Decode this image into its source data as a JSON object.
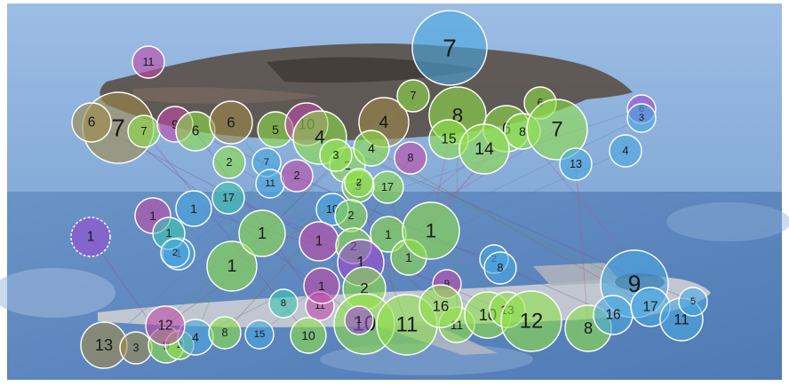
{
  "scene": {
    "top_panel": "sky photo with falcon in flight",
    "bottom_panel": "sky photo with airplane"
  },
  "colors": {
    "sky_top": "#8fb3dd",
    "sky_bottom": "#5d86bd",
    "falcon": "#5b514a",
    "plane": "#c9ccd3",
    "circle_green": "#8fe04a",
    "circle_blue": "#4aa6e0",
    "circle_magenta": "#c04aa8",
    "circle_purple": "#9a4ad0",
    "circle_teal": "#3fc4b0",
    "circle_olive": "#a08a4a",
    "match_line": "#7a4a9a"
  },
  "keypoints": {
    "top": [
      {
        "label": "7",
        "color": "blue"
      },
      {
        "label": "11",
        "color": "magenta"
      },
      {
        "label": "7",
        "color": "olive"
      },
      {
        "label": "6",
        "color": "olive"
      },
      {
        "label": "7",
        "color": "green"
      },
      {
        "label": "9",
        "color": "magenta"
      },
      {
        "label": "6",
        "color": "green"
      },
      {
        "label": "6",
        "color": "olive"
      },
      {
        "label": "5",
        "color": "green"
      },
      {
        "label": "10",
        "color": "magenta"
      },
      {
        "label": "4",
        "color": "green"
      },
      {
        "label": "4",
        "color": "olive"
      },
      {
        "label": "7",
        "color": "green"
      },
      {
        "label": "8",
        "color": "green"
      },
      {
        "label": "15",
        "color": "green"
      },
      {
        "label": "6",
        "color": "green"
      },
      {
        "label": "8",
        "color": "green"
      },
      {
        "label": "6",
        "color": "green"
      },
      {
        "label": "7",
        "color": "green"
      },
      {
        "label": "14",
        "color": "green"
      },
      {
        "label": "13",
        "color": "blue"
      },
      {
        "label": "4",
        "color": "blue"
      },
      {
        "label": "6",
        "color": "purple"
      },
      {
        "label": "3",
        "color": "blue"
      },
      {
        "label": "2",
        "color": "green"
      },
      {
        "label": "7",
        "color": "blue"
      },
      {
        "label": "11",
        "color": "blue"
      },
      {
        "label": "2",
        "color": "magenta"
      },
      {
        "label": "2",
        "color": "green"
      },
      {
        "label": "17",
        "color": "green"
      },
      {
        "label": "3",
        "color": "green"
      },
      {
        "label": "4",
        "color": "green"
      },
      {
        "label": "8",
        "color": "magenta"
      },
      {
        "label": "3",
        "color": "green"
      },
      {
        "label": "2",
        "color": "green"
      },
      {
        "label": "17",
        "color": "teal"
      },
      {
        "label": "1",
        "color": "blue"
      },
      {
        "label": "1",
        "color": "magenta"
      },
      {
        "label": "1",
        "color": "purple"
      },
      {
        "label": "10",
        "color": "blue"
      },
      {
        "label": "2",
        "color": "green"
      }
    ],
    "bottom": [
      {
        "label": "1",
        "color": "green"
      },
      {
        "label": "1",
        "color": "blue"
      },
      {
        "label": "1",
        "color": "teal"
      },
      {
        "label": "2",
        "color": "blue"
      },
      {
        "label": "1",
        "color": "green"
      },
      {
        "label": "1",
        "color": "magenta"
      },
      {
        "label": "2",
        "color": "green"
      },
      {
        "label": "1",
        "color": "green"
      },
      {
        "label": "1",
        "color": "purple"
      },
      {
        "label": "1",
        "color": "green"
      },
      {
        "label": "1",
        "color": "green"
      },
      {
        "label": "2",
        "color": "blue"
      },
      {
        "label": "8",
        "color": "blue"
      },
      {
        "label": "9",
        "color": "blue"
      },
      {
        "label": "9",
        "color": "magenta"
      },
      {
        "label": "8",
        "color": "teal"
      },
      {
        "label": "11",
        "color": "magenta"
      },
      {
        "label": "1",
        "color": "magenta"
      },
      {
        "label": "2",
        "color": "green"
      },
      {
        "label": "10",
        "color": "green"
      },
      {
        "label": "11",
        "color": "green"
      },
      {
        "label": "11",
        "color": "green"
      },
      {
        "label": "16",
        "color": "green"
      },
      {
        "label": "10",
        "color": "green"
      },
      {
        "label": "13",
        "color": "green"
      },
      {
        "label": "12",
        "color": "green"
      },
      {
        "label": "8",
        "color": "green"
      },
      {
        "label": "16",
        "color": "blue"
      },
      {
        "label": "17",
        "color": "blue"
      },
      {
        "label": "11",
        "color": "blue"
      },
      {
        "label": "5",
        "color": "blue"
      },
      {
        "label": "13",
        "color": "olive"
      },
      {
        "label": "3",
        "color": "olive"
      },
      {
        "label": "9",
        "color": "green"
      },
      {
        "label": "2",
        "color": "green"
      },
      {
        "label": "4",
        "color": "blue"
      },
      {
        "label": "8",
        "color": "green"
      },
      {
        "label": "15",
        "color": "blue"
      },
      {
        "label": "10",
        "color": "green"
      },
      {
        "label": "12",
        "color": "magenta"
      },
      {
        "label": "1",
        "color": "purple"
      }
    ]
  }
}
